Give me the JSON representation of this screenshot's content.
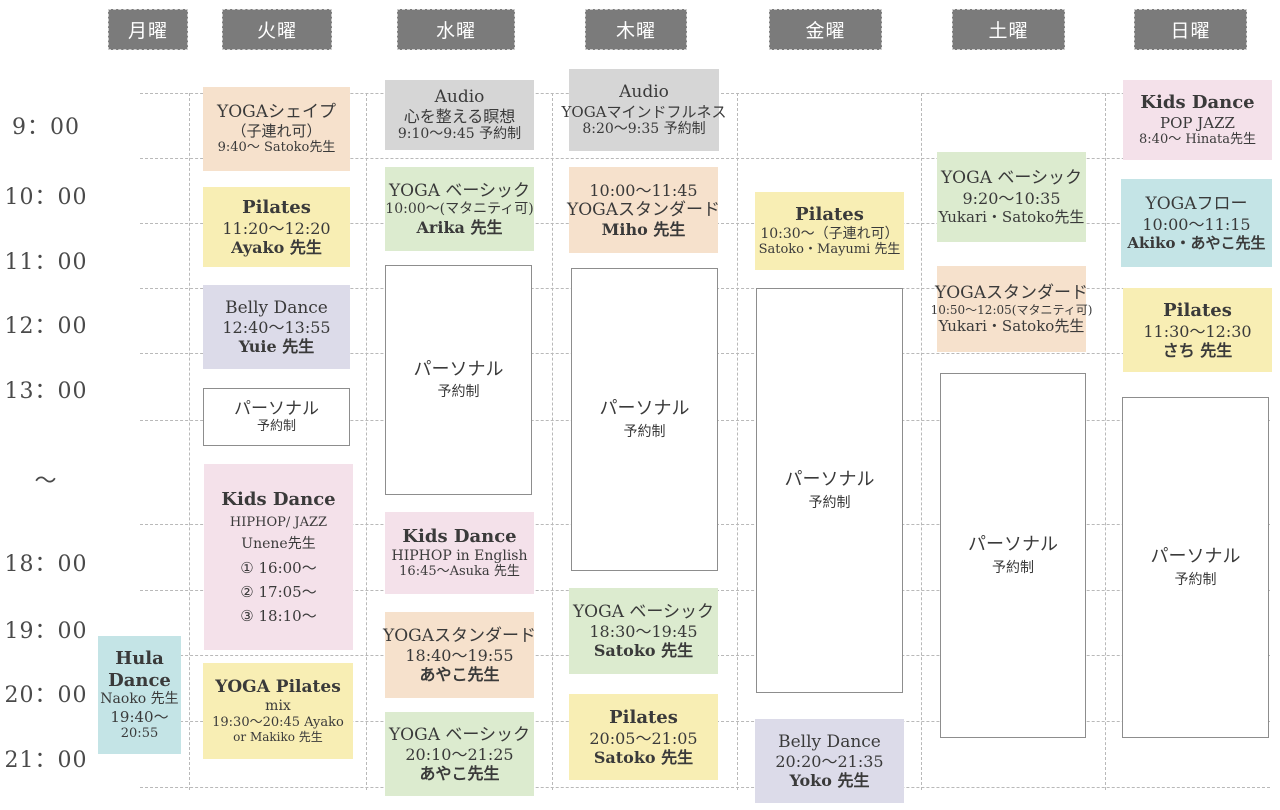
{
  "days": [
    "月曜",
    "火曜",
    "水曜",
    "木曜",
    "金曜",
    "土曜",
    "日曜"
  ],
  "times": [
    "9：00",
    "10：00",
    "11：00",
    "12：00",
    "13：00",
    "～",
    "18：00",
    "19：00",
    "20：00",
    "21：00"
  ],
  "classes": {
    "mon_hula": [
      "Hula",
      "Dance",
      "Naoko 先生",
      "19:40～",
      "20:55"
    ],
    "tue_yoga_shape": [
      "YOGAシェイプ",
      "（子連れ可）",
      "9:40～ Satoko先生"
    ],
    "tue_pilates": [
      "Pilates",
      "11:20～12:20",
      "Ayako 先生"
    ],
    "tue_belly": [
      "Belly Dance",
      "12:40～13:55",
      "Yuie 先生"
    ],
    "tue_personal": [
      "パーソナル",
      "予約制"
    ],
    "tue_kids": [
      "Kids Dance",
      "HIPHOP/ JAZZ",
      "Unene先生",
      "① 16:00～",
      "② 17:05～",
      "③ 18:10～"
    ],
    "tue_yoga_pilates": [
      "YOGA Pilates",
      "mix",
      "19:30～20:45 Ayako",
      "or Makiko 先生"
    ],
    "wed_audio": [
      "Audio",
      "心を整える瞑想",
      "9:10～9:45 予約制"
    ],
    "wed_yoga_basic": [
      "YOGA ベーシック",
      "10:00～(マタニティ可)",
      "Arika 先生"
    ],
    "wed_personal": [
      "パーソナル",
      "予約制"
    ],
    "wed_kids": [
      "Kids Dance",
      "HIPHOP in English",
      "16:45～Asuka 先生"
    ],
    "wed_yoga_standard": [
      "YOGAスタンダード",
      "18:40～19:55",
      "あやこ先生"
    ],
    "wed_yoga_basic2": [
      "YOGA ベーシック",
      "20:10～21:25",
      "あやこ先生"
    ],
    "thu_audio": [
      "Audio",
      "YOGAマインドフルネス",
      "8:20～9:35 予約制"
    ],
    "thu_yoga_standard": [
      "10:00～11:45",
      "YOGAスタンダード",
      "Miho 先生"
    ],
    "thu_personal": [
      "パーソナル",
      "予約制"
    ],
    "thu_yoga_basic": [
      "YOGA ベーシック",
      "18:30～19:45",
      "Satoko 先生"
    ],
    "thu_pilates": [
      "Pilates",
      "20:05～21:05",
      "Satoko 先生"
    ],
    "fri_pilates": [
      "Pilates",
      "10:30～（子連れ可）",
      "Satoko・Mayumi 先生"
    ],
    "fri_personal": [
      "パーソナル",
      "予約制"
    ],
    "fri_belly": [
      "Belly Dance",
      "20:20～21:35",
      "Yoko 先生"
    ],
    "sat_yoga_basic": [
      "YOGA ベーシック",
      "9:20～10:35",
      "Yukari・Satoko先生"
    ],
    "sat_yoga_standard": [
      "YOGAスタンダード",
      "10:50～12:05(マタニティ可)",
      "Yukari・Satoko先生"
    ],
    "sat_personal": [
      "パーソナル",
      "予約制"
    ],
    "sun_kids": [
      "Kids Dance",
      "POP JAZZ",
      "8:40～ Hinata先生"
    ],
    "sun_yoga_flow": [
      "YOGAフロー",
      "10:00～11:15",
      "Akiko・あやこ先生"
    ],
    "sun_pilates": [
      "Pilates",
      "11:30～12:30",
      "さち 先生"
    ],
    "sun_personal": [
      "パーソナル",
      "予約制"
    ]
  },
  "colors": {
    "header": "#7b7b7b",
    "peach": "#f6e1cc",
    "yellow": "#f8eeb4",
    "lavender": "#dcdbe9",
    "pink": "#f4e1ea",
    "green": "#dcebcf",
    "grey": "#d6d6d6",
    "cyan": "#c4e4e6"
  }
}
